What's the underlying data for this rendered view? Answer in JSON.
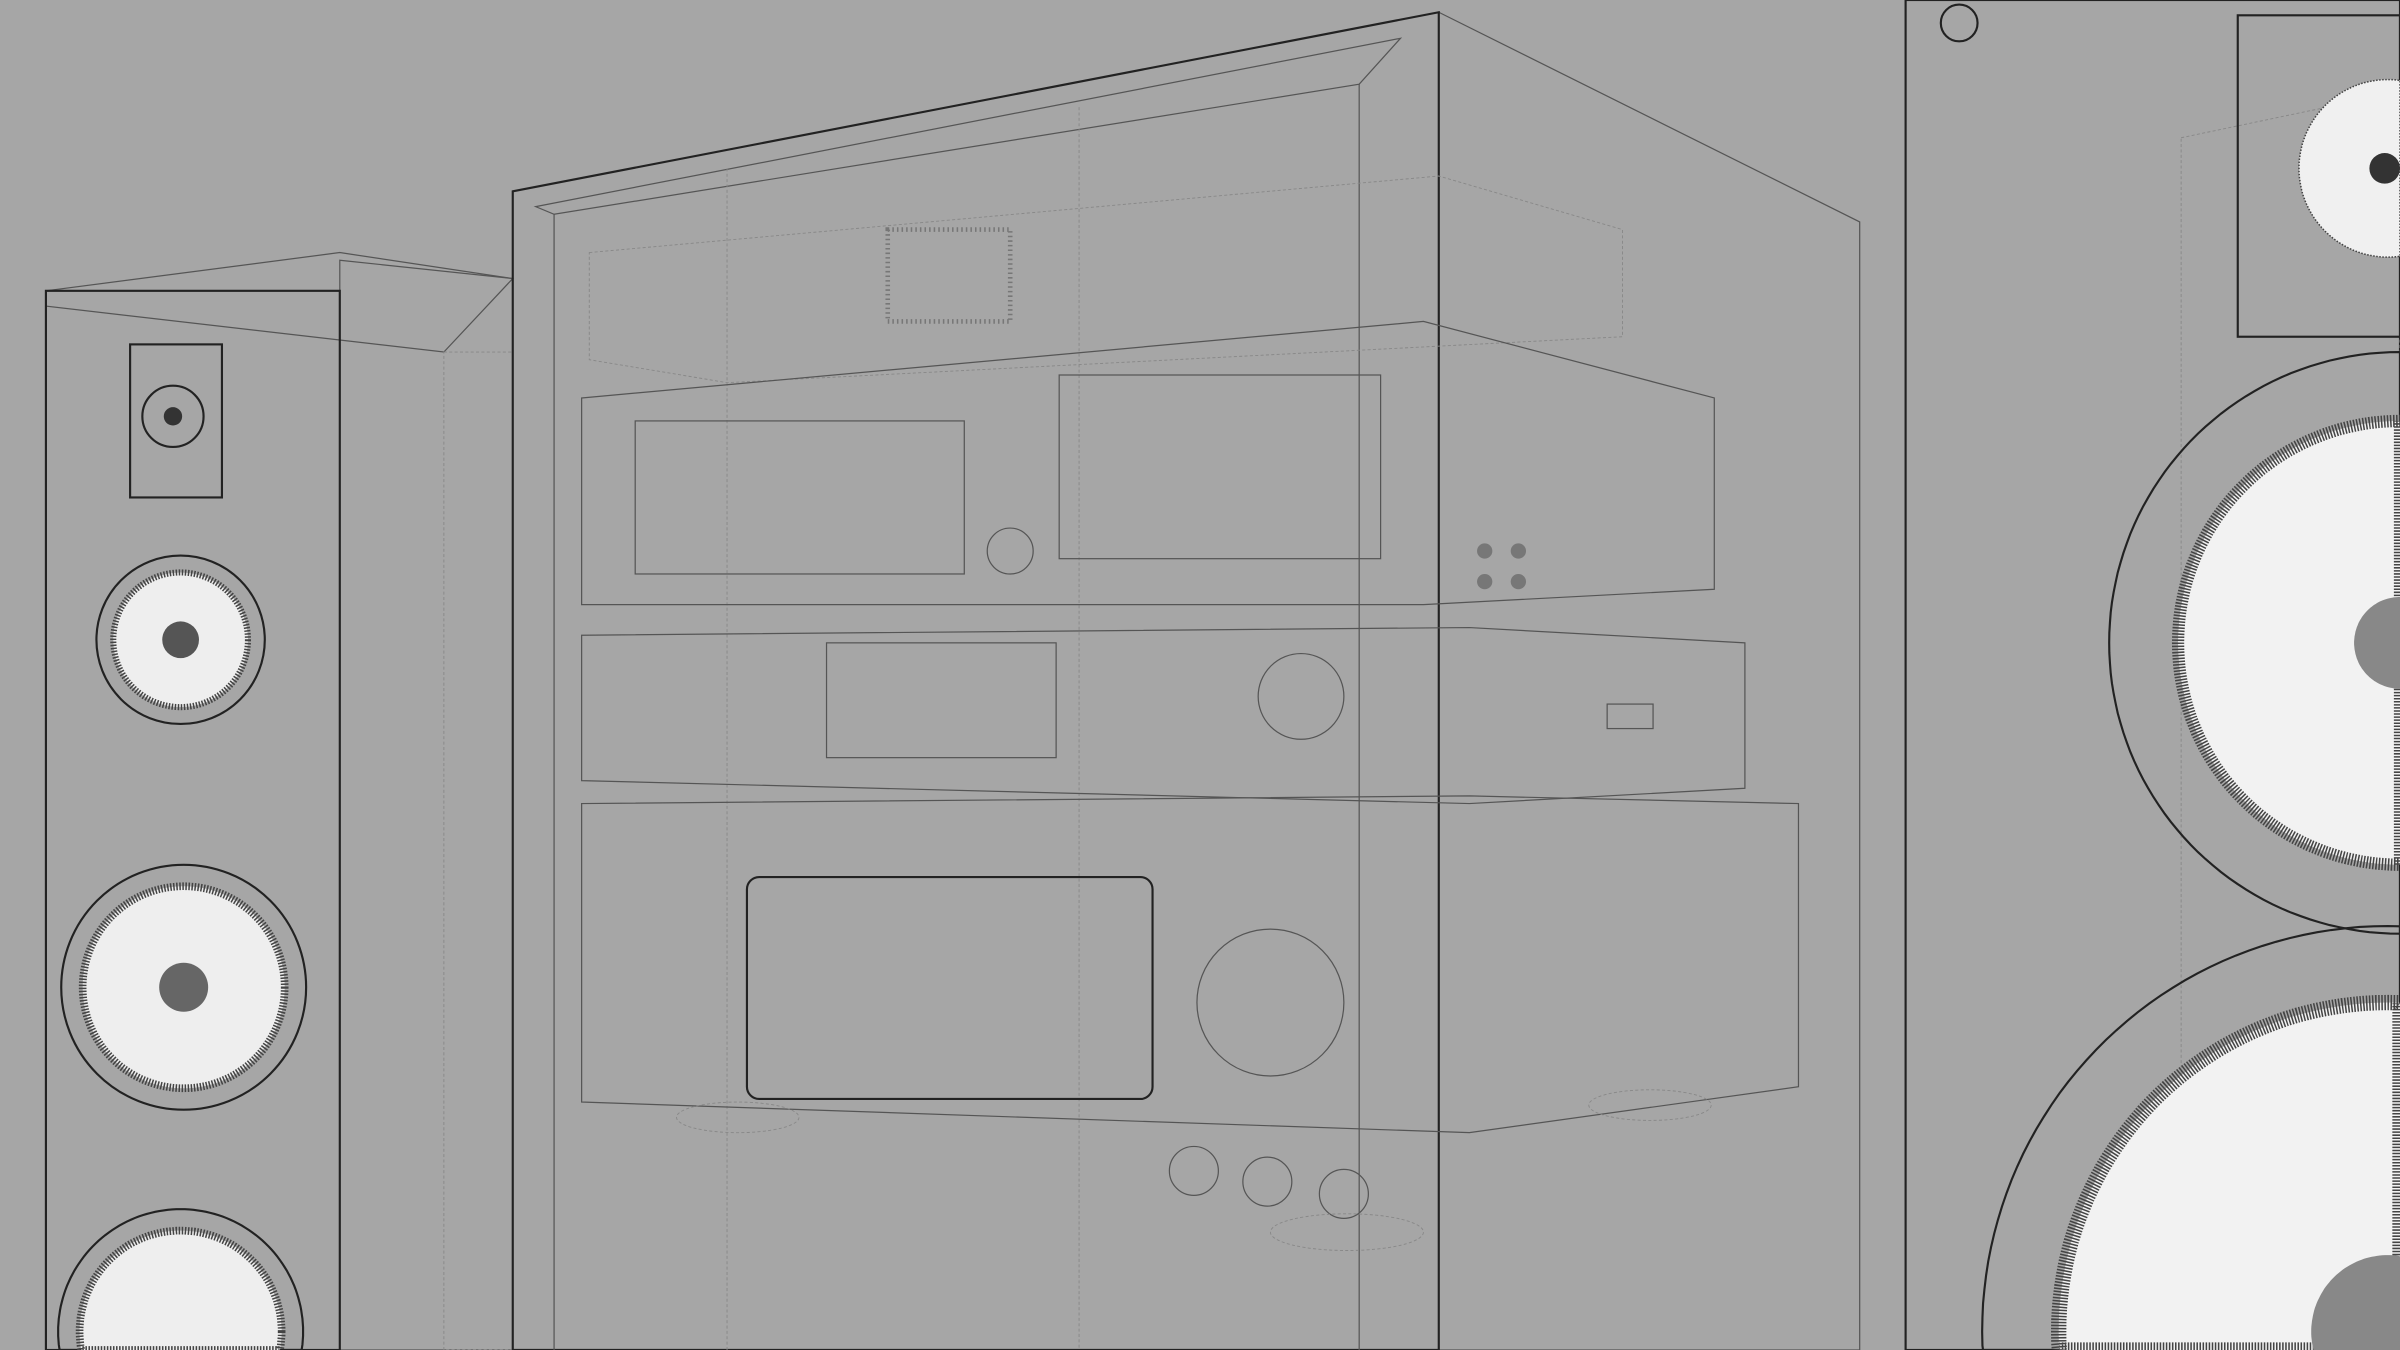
{
  "scene": {
    "kind": "wireframe render of a stereo system in a glass cabinet between two tower speakers",
    "colors": {
      "background": "#a6a6a6",
      "cabinet_front": "#f0f0f0",
      "cabinet_side": "#dcdcdc",
      "speaker_face": "#ffffff",
      "line": "#555555"
    },
    "objects": [
      "left-speaker",
      "glass-cabinet",
      "cassette-deck",
      "cd-player",
      "receiver",
      "right-speaker"
    ]
  }
}
